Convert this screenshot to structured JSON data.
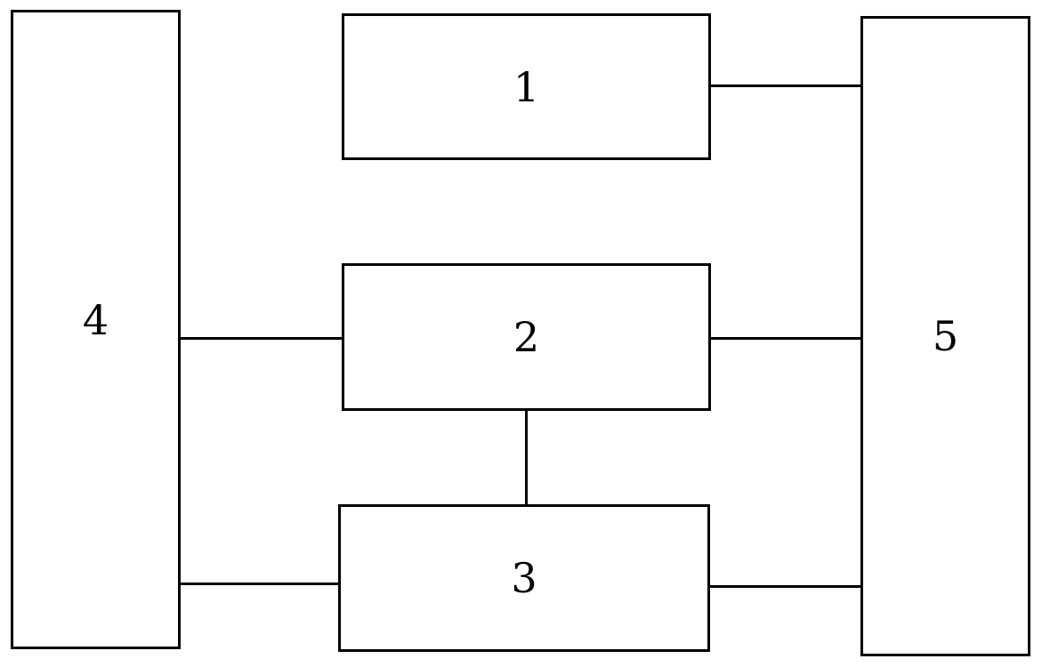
{
  "diagram": {
    "blocks": [
      {
        "id": "1",
        "label": "1"
      },
      {
        "id": "2",
        "label": "2"
      },
      {
        "id": "3",
        "label": "3"
      },
      {
        "id": "4",
        "label": "4"
      },
      {
        "id": "5",
        "label": "5"
      }
    ],
    "connections": [
      {
        "from": "1",
        "to": "5"
      },
      {
        "from": "4",
        "to": "2"
      },
      {
        "from": "2",
        "to": "5"
      },
      {
        "from": "2",
        "to": "3"
      },
      {
        "from": "4",
        "to": "3"
      },
      {
        "from": "3",
        "to": "5"
      }
    ],
    "colors": {
      "stroke": "#000000",
      "background": "#ffffff"
    }
  }
}
